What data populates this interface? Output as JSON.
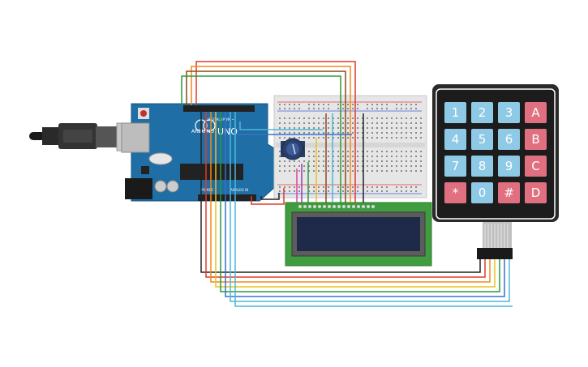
{
  "arduino": {
    "logo_text": "ARDUINO",
    "model_text": "UNO",
    "digital_label": "DIGITAL (PWM ~)",
    "power_label": "POWER",
    "analog_label": "ANALOG IN"
  },
  "keypad": {
    "rows": [
      [
        "1",
        "2",
        "3",
        "A"
      ],
      [
        "4",
        "5",
        "6",
        "B"
      ],
      [
        "7",
        "8",
        "9",
        "C"
      ],
      [
        "*",
        "0",
        "#",
        "D"
      ]
    ]
  },
  "colors": {
    "board": "#1f6ea6",
    "breadboard": "#e6e6e6",
    "lcd_pcb": "#3f9c3f",
    "lcd_screen": "#1f2a4a",
    "key_blue": "#8ec9e6",
    "key_red": "#e07080",
    "keypad_body": "#2a2a2a",
    "wire_red": "#e03a2a",
    "wire_orange": "#f08a1a",
    "wire_yellow": "#e8c020",
    "wire_green": "#2a9a3a",
    "wire_blue": "#3a70c8",
    "wire_cyan": "#4ab8d8",
    "wire_brown": "#8a4a1a",
    "wire_black": "#222222",
    "wire_purple": "#9a3ab0",
    "wire_pink": "#e040a0"
  }
}
